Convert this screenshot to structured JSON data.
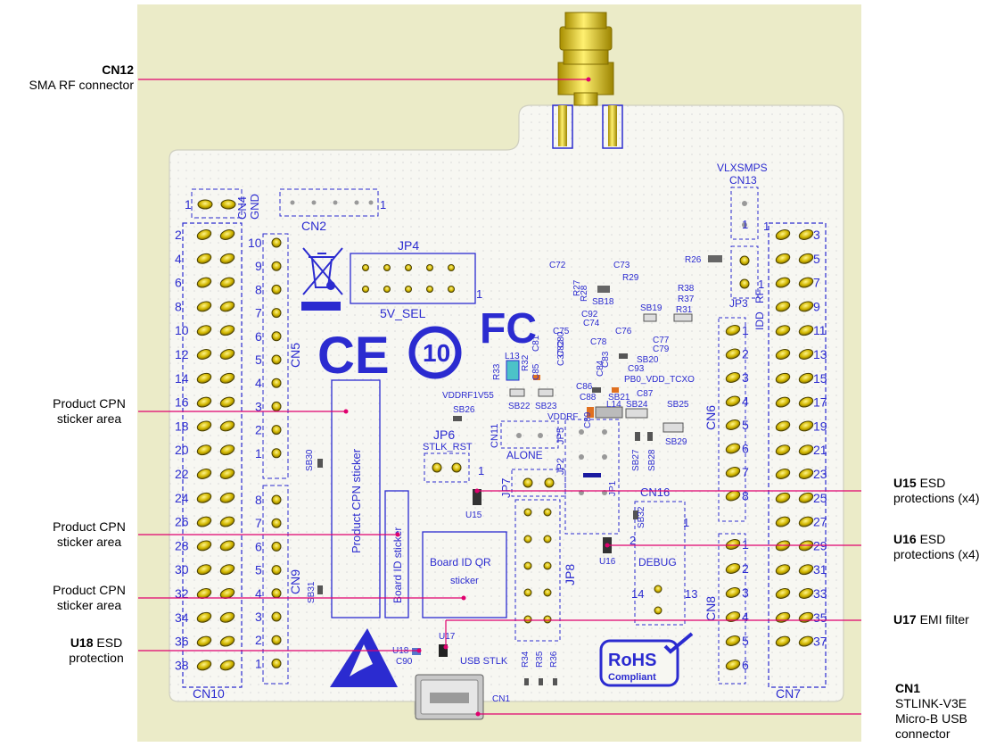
{
  "callouts": {
    "cn12": {
      "ref": "CN12",
      "desc": "SMA RF connector"
    },
    "cpn1": {
      "line1": "Product CPN",
      "line2": "sticker area"
    },
    "cpn2": {
      "line1": "Product CPN",
      "line2": "sticker area"
    },
    "cpn3": {
      "line1": "Product CPN",
      "line2": "sticker area"
    },
    "u18": {
      "ref": "U18",
      "desc1": "ESD",
      "desc2": "protection"
    },
    "u15": {
      "ref": "U15",
      "desc1": "ESD",
      "desc2": "protections (x4)"
    },
    "u16": {
      "ref": "U16",
      "desc1": "ESD",
      "desc2": "protections (x4)"
    },
    "u17": {
      "ref": "U17",
      "desc": "EMI filter"
    },
    "cn1": {
      "ref": "CN1",
      "line1": "STLINK-V3E",
      "line2": "Micro-B USB",
      "line3": "connector"
    }
  },
  "board": {
    "connectors": {
      "cn10": "CN10",
      "cn7": "CN7",
      "cn5": "CN5",
      "cn9": "CN9",
      "cn6": "CN6",
      "cn8": "CN8",
      "cn2": "CN2",
      "cn4": "CN4",
      "gnd": "GND",
      "cn13": "CN13",
      "vlxsmps": "VLXSMPS",
      "cn16": "CN16",
      "debug": "DEBUG",
      "cn11": "CN11",
      "cn1": "CN1",
      "usb_stlk": "USB STLK"
    },
    "jumpers": {
      "jp4": "JP4",
      "sel5v": "5V_SEL",
      "jp6": "JP6",
      "stlk_rst": "STLK_RST",
      "jp7": "JP7",
      "jp8": "JP8",
      "alone": "ALONE",
      "jp3": "JP3",
      "idd": "IDD",
      "rf": "RF",
      "jp2": "JP2",
      "jp5": "JP5",
      "jp1": "JP1"
    },
    "stickers": {
      "product_cpn": "Product CPN sticker",
      "board_id": "Board ID sticker",
      "qr_line1": "Board ID QR",
      "qr_line2": "sticker"
    },
    "marks": {
      "ce": "CE",
      "fc": "FC",
      "ten": "10",
      "rohs": "RoHS",
      "compliant": "Compliant"
    },
    "left_odd_pins": [
      "2",
      "4",
      "6",
      "8",
      "10",
      "12",
      "14",
      "16",
      "18",
      "20",
      "22",
      "24",
      "26",
      "28",
      "30",
      "32",
      "34",
      "36",
      "38"
    ],
    "right_odd_pins": [
      "3",
      "5",
      "7",
      "9",
      "11",
      "13",
      "15",
      "17",
      "19",
      "21",
      "23",
      "25",
      "27",
      "29",
      "31",
      "33",
      "35",
      "37"
    ],
    "cn5_pins": [
      "10",
      "9",
      "8",
      "7",
      "6",
      "5",
      "4",
      "3",
      "2",
      "1"
    ],
    "cn9_pins": [
      "8",
      "7",
      "6",
      "5",
      "4",
      "3",
      "2",
      "1"
    ],
    "cn6_pins": [
      "1",
      "2",
      "3",
      "4",
      "5",
      "6",
      "7",
      "8"
    ],
    "cn8_pins": [
      "1",
      "2",
      "3",
      "4",
      "5",
      "6"
    ],
    "components": [
      "C72",
      "C73",
      "R29",
      "R27",
      "R28",
      "SB18",
      "C92",
      "C74",
      "R38",
      "R37",
      "R31",
      "SB19",
      "R26",
      "C75",
      "C76",
      "C77",
      "C79",
      "C78",
      "C80",
      "C81",
      "C82",
      "C37",
      "C83",
      "C84",
      "C93",
      "SB20",
      "R33",
      "L13",
      "R32",
      "C85",
      "PB0_VDD_TCXO",
      "C86",
      "C88",
      "C87",
      "SB21",
      "VDDRF1V55",
      "VDDRF",
      "SB22",
      "SB23",
      "L14",
      "SB24",
      "SB25",
      "C89",
      "SB26",
      "SB29",
      "SB27",
      "SB28",
      "SB30",
      "SB31",
      "SB32",
      "U15",
      "U16",
      "U17",
      "U18",
      "C90",
      "R34",
      "R35",
      "R36"
    ],
    "pin1_labels": [
      "1",
      "1",
      "1",
      "1",
      "2",
      "13",
      "14",
      "1",
      "1",
      "1"
    ]
  },
  "colors": {
    "board": "#f2f2e4",
    "outer": "#ebebc8",
    "silk": "#2b2bd0",
    "gold": "#d9c000",
    "callout_line": "#e0006e"
  }
}
